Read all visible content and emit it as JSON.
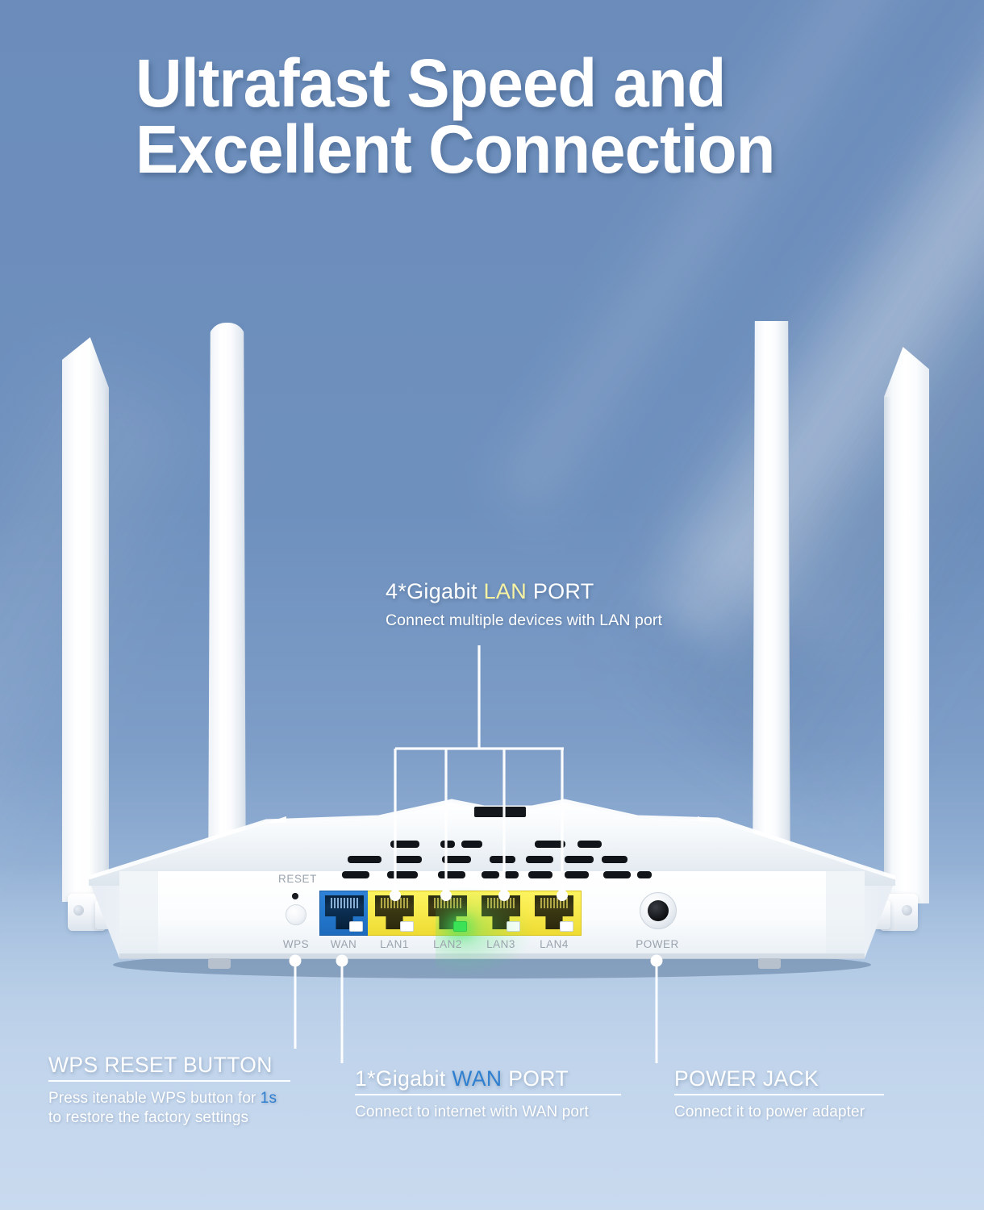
{
  "headline": "Ultrafast Speed and\nExcellent Connection",
  "colors": {
    "background_blue": "#6f90bd",
    "floor_blue": "#c2d3e8",
    "accent_yellow": "#f7f3a3",
    "accent_blue": "#2f7fd0",
    "lan_port_yellow": "#f7ea4b",
    "wan_port_blue": "#2277cd",
    "led_green": "#35e04a",
    "text_white": "#ffffff",
    "port_label_grey": "#9aa3ad"
  },
  "lan_callout": {
    "title_pre": "4*Gigabit ",
    "title_highlight": "LAN",
    "title_post": " PORT",
    "subtitle": "Connect multiple devices with LAN port"
  },
  "router": {
    "reset_label": "RESET",
    "port_labels": [
      "WPS",
      "WAN",
      "LAN1",
      "LAN2",
      "LAN3",
      "LAN4",
      "POWER"
    ],
    "lan_ports": [
      {
        "label": "LAN1",
        "led_on": false
      },
      {
        "label": "LAN2",
        "led_on": true
      },
      {
        "label": "LAN3",
        "led_on": false
      },
      {
        "label": "LAN4",
        "led_on": false
      }
    ],
    "wan_port": {
      "label": "WAN",
      "led_on": false
    },
    "antenna_count": 4
  },
  "annotations": [
    {
      "id": "wps",
      "title": "WPS RESET BUTTON",
      "body_pre": "Press itenable WPS button for ",
      "body_highlight": "1s",
      "body_post": "\nto restore the factory settings"
    },
    {
      "id": "wan",
      "title_pre": "1*Gigabit ",
      "title_highlight": "WAN",
      "title_post": " PORT",
      "body": "Connect to internet with WAN port"
    },
    {
      "id": "power",
      "title": "POWER JACK",
      "body": "Connect it to power adapter"
    }
  ]
}
